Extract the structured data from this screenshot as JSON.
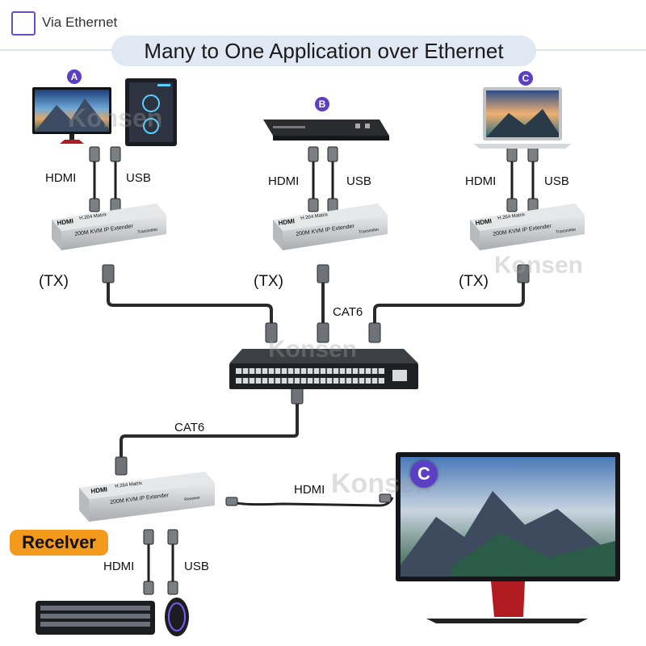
{
  "header": {
    "via_label": "Via Ethernet",
    "title": "Many to One Application over Ethernet"
  },
  "watermark": "Konsen",
  "sources": [
    {
      "badge": "A",
      "tx_label": "(TX)",
      "hdmi_label": "HDMI",
      "usb_label": "USB"
    },
    {
      "badge": "B",
      "tx_label": "(TX)",
      "hdmi_label": "HDMI",
      "usb_label": "USB"
    },
    {
      "badge": "C",
      "tx_label": "(TX)",
      "hdmi_label": "HDMI",
      "usb_label": "USB"
    }
  ],
  "extender": {
    "brand": "HDMI",
    "model_line": "H.264 Matrix",
    "product": "200M KVM IP Extender",
    "tx_role": "Transmitter",
    "rx_role": "Receiver"
  },
  "switch_cable_label": "CAT6",
  "receiver_cable_label": "CAT6",
  "receiver": {
    "label": "Recelver",
    "hdmi_label": "HDMI",
    "usb_label": "USB",
    "display_hdmi_label": "HDMI",
    "display_badge": "C"
  },
  "colors": {
    "accent": "#5b3fc4",
    "title_bg": "#dfe8f3",
    "receiver_bg": "#f39a1c",
    "device_silver": "#c9cbce"
  }
}
